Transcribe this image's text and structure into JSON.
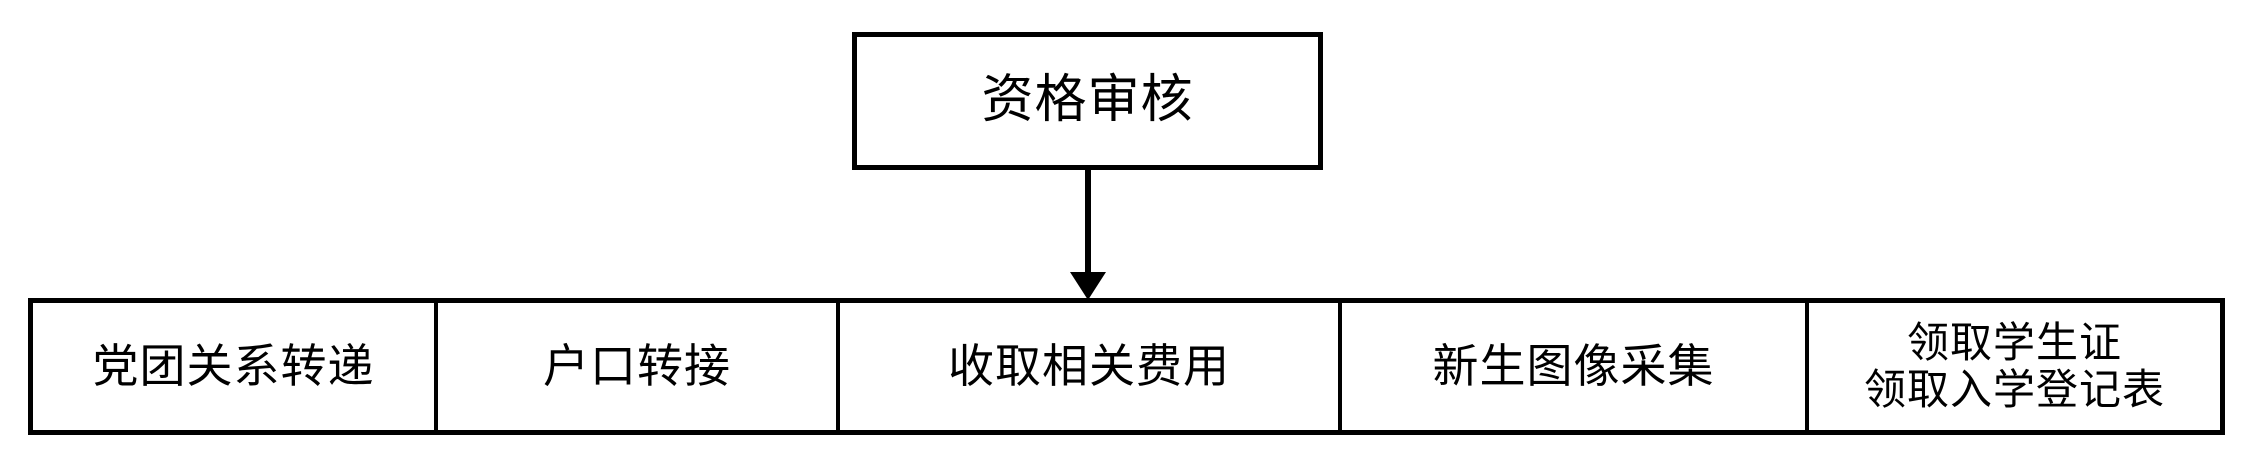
{
  "diagram": {
    "type": "flowchart",
    "title_box": {
      "label": "资格审核"
    },
    "connector": {
      "kind": "arrow-down",
      "from": "资格审核",
      "to": "收取相关费用"
    },
    "process_row": {
      "cells": [
        {
          "label": "党团关系转递",
          "lines": 1
        },
        {
          "label": "户口转接",
          "lines": 1
        },
        {
          "label": "收取相关费用",
          "lines": 1
        },
        {
          "label": "新生图像采集",
          "lines": 1
        },
        {
          "label": "领取学生证\n领取入学登记表",
          "lines": 2
        }
      ]
    },
    "colors": {
      "stroke": "#000000",
      "fill": "#ffffff",
      "text": "#000000"
    }
  }
}
